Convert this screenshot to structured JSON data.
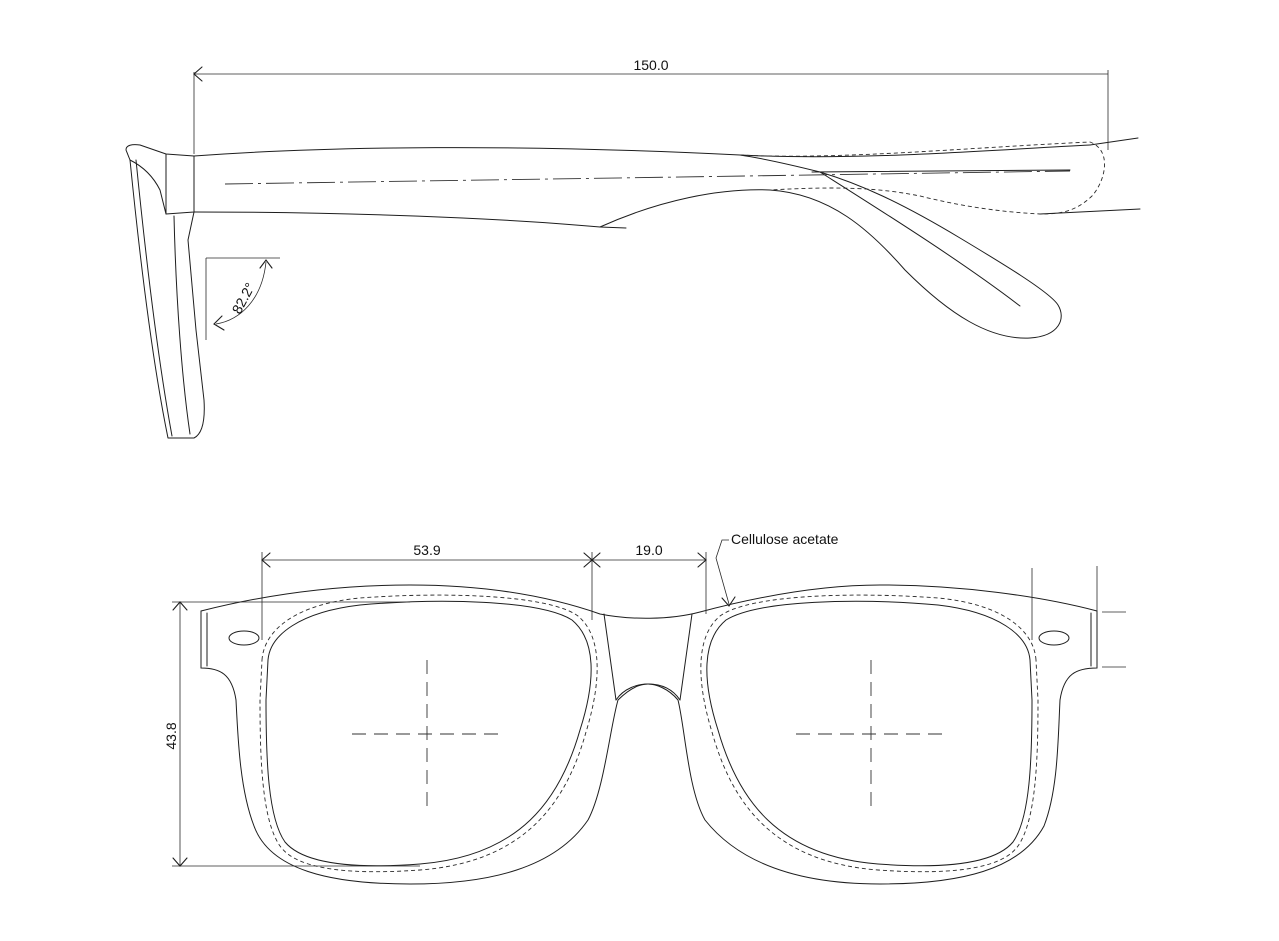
{
  "side_view": {
    "overall_length_label": "150.0",
    "tilt_angle_label": "82.2°"
  },
  "front_view": {
    "lens_width_label": "53.9",
    "bridge_width_label": "19.0",
    "lens_height_label": "43.8",
    "material_callout": "Cellulose acetate"
  },
  "colors": {
    "line": "#1e1e1e",
    "background": "#ffffff"
  }
}
